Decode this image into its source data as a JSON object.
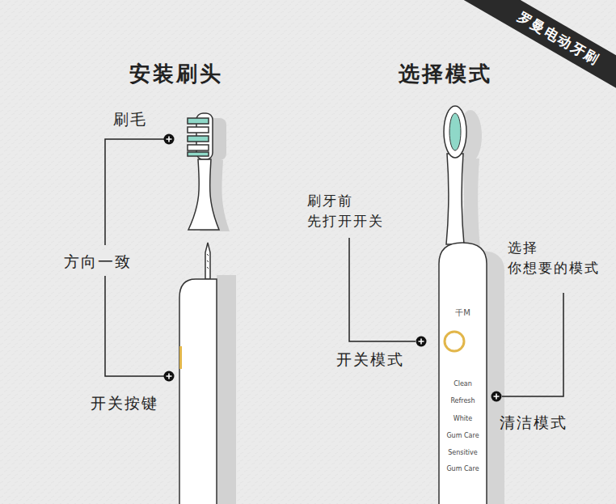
{
  "diagram": {
    "nodes": [
      {
        "text": [
          "罗曼电动牙刷"
        ]
      },
      {
        "text": [
          "千M",
          "Clean",
          "Refresh",
          "White",
          "Gum Care",
          "Sensitive",
          "Gum Care"
        ]
      }
    ],
    "labels": [
      "安装刷头",
      "选择模式",
      "刷毛",
      "方向一致",
      "开关按键",
      "刷牙前 先打开开关",
      "开关模式",
      "选择 你想要的模式",
      "清洁模式"
    ]
  }
}
